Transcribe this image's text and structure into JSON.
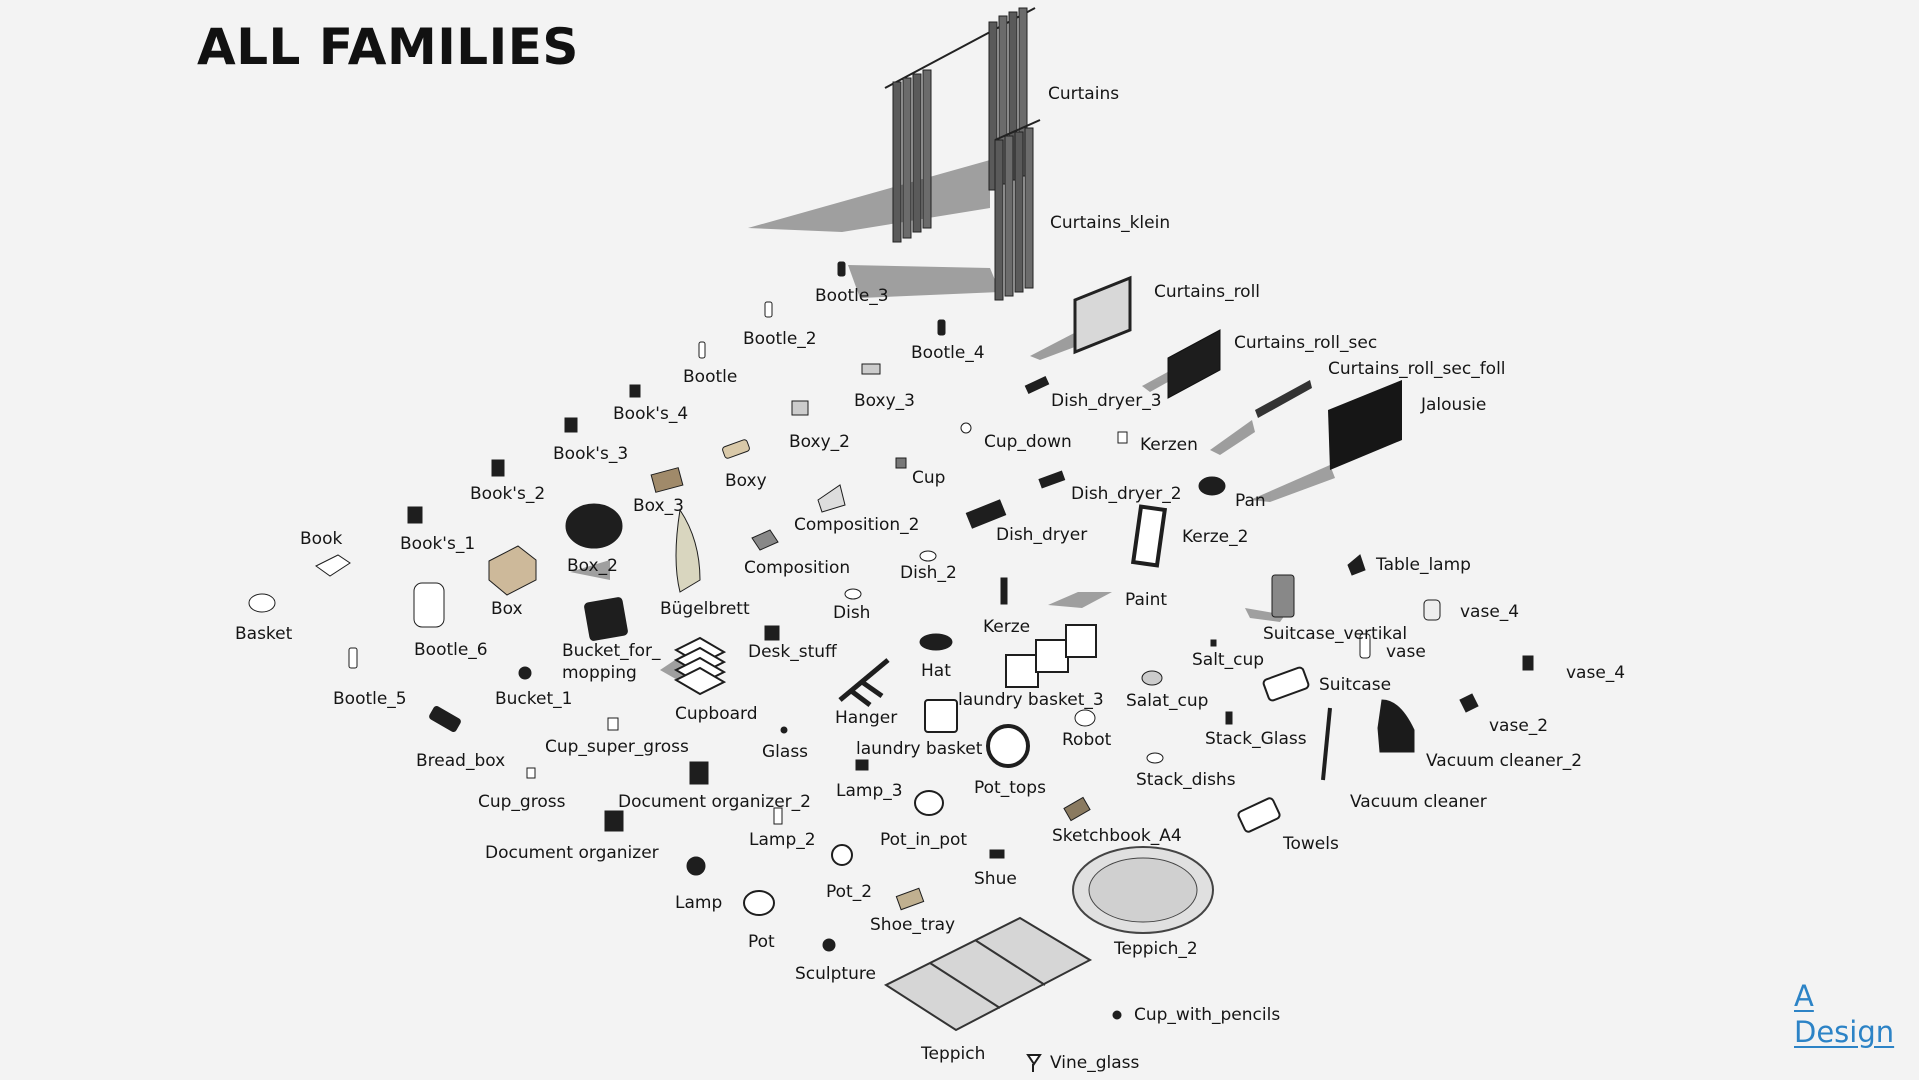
{
  "title": "ALL FAMILIES",
  "logo": {
    "line1": "A",
    "line2": "Design",
    "color": "#2c83c6"
  },
  "labels": {
    "curtains": "Curtains",
    "curtains_klein": "Curtains_klein",
    "curtains_roll": "Curtains_roll",
    "curtains_roll_sec": "Curtains_roll_sec",
    "curtains_roll_sec_foll": "Curtains_roll_sec_foll",
    "jalousie": "Jalousie",
    "bootle_3": "Bootle_3",
    "bootle_2": "Bootle_2",
    "bootle_4": "Bootle_4",
    "bootle": "Bootle",
    "boxy_3": "Boxy_3",
    "dish_dryer_3": "Dish_dryer_3",
    "books_4": "Book's_4",
    "boxy_2": "Boxy_2",
    "cup_down": "Cup_down",
    "kerzen": "Kerzen",
    "books_3": "Book's_3",
    "boxy": "Boxy",
    "cup": "Cup",
    "dish_dryer_2": "Dish_dryer_2",
    "pan": "Pan",
    "books_2": "Book's_2",
    "box_3": "Box_3",
    "composition_2": "Composition_2",
    "dish_dryer": "Dish_dryer",
    "kerze_2": "Kerze_2",
    "book": "Book",
    "books_1": "Book's_1",
    "box_2": "Box_2",
    "composition": "Composition",
    "dish_2": "Dish_2",
    "table_lamp": "Table_lamp",
    "basket": "Basket",
    "box": "Box",
    "buegelbrett": "Bügelbrett",
    "dish": "Dish",
    "kerze": "Kerze",
    "paint": "Paint",
    "vase_4a": "vase_4",
    "suitcase_vertikal": "Suitcase_vertikal",
    "bootle_6": "Bootle_6",
    "bucket_for": "Bucket_for_",
    "mopping": "mopping",
    "desk_stuff": "Desk_stuff",
    "hat": "Hat",
    "salt_cup": "Salt_cup",
    "vase": "vase",
    "vase_4b": "vase_4",
    "suitcase": "Suitcase",
    "bootle_5": "Bootle_5",
    "bucket_1": "Bucket_1",
    "cupboard": "Cupboard",
    "laundry_basket_3": "laundry basket_3",
    "salat_cup": "Salat_cup",
    "hanger": "Hanger",
    "vase_2": "vase_2",
    "robot": "Robot",
    "stack_glass": "Stack_Glass",
    "bread_box": "Bread_box",
    "cup_super_gross": "Cup_super_gross",
    "glass": "Glass",
    "laundry_basket": "laundry basket",
    "vacuum_cleaner_2": "Vacuum cleaner_2",
    "stack_dishs": "Stack_dishs",
    "pot_tops": "Pot_tops",
    "lamp_3": "Lamp_3",
    "cup_gross": "Cup_gross",
    "document_organizer_2": "Document organizer_2",
    "vacuum_cleaner": "Vacuum cleaner",
    "lamp_2": "Lamp_2",
    "pot_in_pot": "Pot_in_pot",
    "sketchbook_a4": "Sketchbook_A4",
    "towels": "Towels",
    "document_organizer": "Document organizer",
    "shue": "Shue",
    "pot_2": "Pot_2",
    "lamp": "Lamp",
    "shoe_tray": "Shoe_tray",
    "pot": "Pot",
    "teppich_2": "Teppich_2",
    "sculpture": "Sculpture",
    "cup_with_pencils": "Cup_with_pencils",
    "teppich": "Teppich",
    "vine_glass": "Vine_glass"
  }
}
